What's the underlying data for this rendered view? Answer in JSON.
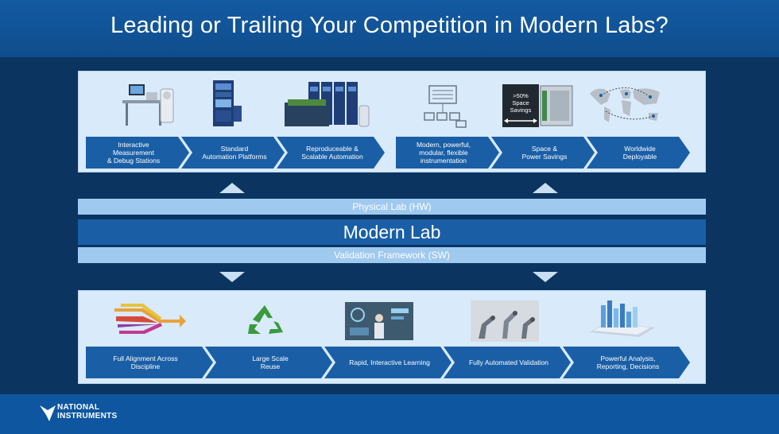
{
  "slide": {
    "title": "Leading or Trailing Your Competition in Modern Labs?"
  },
  "top_row": {
    "steps": [
      {
        "label": "Interactive\nMeasurement\n& Debug Stations",
        "icon": "workstation-icon"
      },
      {
        "label": "Standard\nAutomation Platforms",
        "icon": "rack-cabinet-icon"
      },
      {
        "label": "Reproduceable &\nScalable Automation",
        "icon": "rack-array-icon"
      },
      {
        "label": "Modern, powerful,\nmodular, flexible\ninstrumentation",
        "icon": "modular-blocks-icon"
      },
      {
        "label": "Space &\nPower Savings",
        "icon": "space-savings-icon"
      },
      {
        "label": "Worldwide\nDeployable",
        "icon": "world-map-icon"
      }
    ],
    "space_badge": ">50%\nSpace\nSavings"
  },
  "bands": {
    "physical": "Physical Lab (HW)",
    "modern": "Modern Lab",
    "validation": "Validation Framework (SW)"
  },
  "bottom_row": {
    "steps": [
      {
        "label": "Full Alignment Across\nDiscipline",
        "icon": "merging-arrows-icon"
      },
      {
        "label": "Large Scale\nReuse",
        "icon": "recycle-icon"
      },
      {
        "label": "Rapid, Interactive Learning",
        "icon": "dashboard-presenter-icon"
      },
      {
        "label": "Fully Automated Validation",
        "icon": "robot-arms-icon"
      },
      {
        "label": "Powerful Analysis,\nReporting, Decisions",
        "icon": "analytics-tablet-icon"
      }
    ]
  },
  "footer": {
    "logo_line1": "NATIONAL",
    "logo_line2": "INSTRUMENTS"
  },
  "colors": {
    "title_band": "#135aa2",
    "main_band": "#0b3460",
    "chevron": "#1a5fa6",
    "light_band": "#9fc9ef",
    "panel": "#d9eafb"
  }
}
